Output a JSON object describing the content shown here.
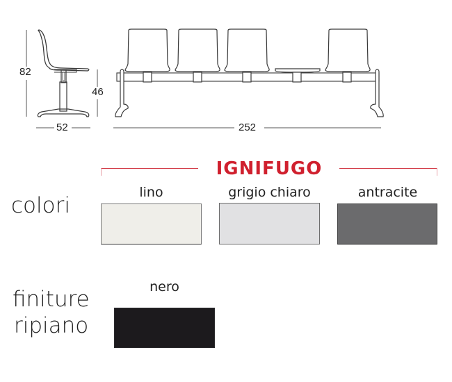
{
  "dimensions": {
    "height_total": "82",
    "seat_height": "46",
    "depth": "52",
    "width_total": "252"
  },
  "drawings": {
    "side_view_icon": "chair-side-view",
    "front_view_icon": "beam-seating-4-seats-1-table-front-view"
  },
  "badge": {
    "label": "IGNIFUGO",
    "color": "#d0202e"
  },
  "colori": {
    "title": "colori",
    "swatches": [
      {
        "name": "lino",
        "color": "#efeee9"
      },
      {
        "name": "grigio chiaro",
        "color": "#e1e1e3"
      },
      {
        "name": "antracite",
        "color": "#6b6b6d"
      }
    ]
  },
  "finiture": {
    "title_line1": "finiture",
    "title_line2": "ripiano",
    "swatches": [
      {
        "name": "nero",
        "color": "#1c1a1d"
      }
    ]
  }
}
